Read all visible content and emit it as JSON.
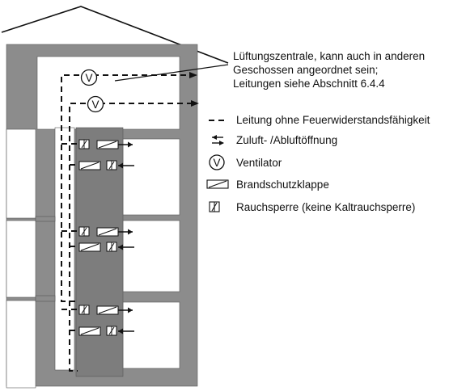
{
  "annotation": {
    "line1": "Lüftungszentrale, kann auch in anderen",
    "line2": "Geschossen angeordnet sein;",
    "line3": "Leitungen siehe Abschnitt 6.4.4"
  },
  "legend": {
    "duct": "Leitung ohne Feuerwiderstandsfähigkeit",
    "openings": "Zuluft- /Abluftöffnung",
    "fan": "Ventilator",
    "damper": "Brandschutzklappe",
    "smoke": "Rauchsperre (keine Kaltrauchsperre)"
  },
  "fan_symbol": "V",
  "colors": {
    "wall": "#8c8c8c",
    "wall_dark": "#6f6f6f",
    "line": "#111111",
    "background": "#ffffff"
  }
}
